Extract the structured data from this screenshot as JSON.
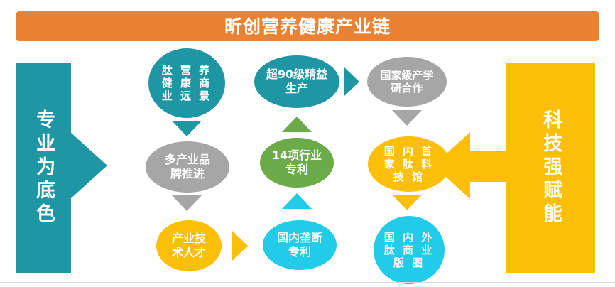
{
  "banner": {
    "title": "昕创营养健康产业链",
    "color": "#ea8133"
  },
  "panels": {
    "left": {
      "text": "专业为底色",
      "color": "#1f96a3",
      "arrow": "arrow-right"
    },
    "right": {
      "text": "科技强赋能",
      "color": "#fcbf08",
      "arrow": "arrow-left"
    }
  },
  "nodes": {
    "col1": [
      {
        "text": "肽 营 养\n健 康 商\n业 远 景",
        "color": "#1f96a3",
        "shape": "circle"
      },
      {
        "text": "多产业品\n牌推进",
        "color": "#a6a6a6",
        "shape": "ellipse"
      },
      {
        "text": "产业技\n术人才",
        "color": "#fcbf08",
        "shape": "circle"
      }
    ],
    "col2": [
      {
        "text": "超90级精益\n生产",
        "color": "#1f96a3",
        "shape": "ellipse"
      },
      {
        "text": "14项行业\n专利",
        "color": "#6cab4a",
        "shape": "ellipse"
      },
      {
        "text": "国内垄断\n专利",
        "color": "#22cbe8",
        "shape": "ellipse"
      }
    ],
    "col3": [
      {
        "text": "国家级产学\n研合作",
        "color": "#a6a6a6",
        "shape": "ellipse"
      },
      {
        "text": "国 内 首\n家 肽 科\n技 馆",
        "color": "#fcbf08",
        "shape": "ellipse"
      },
      {
        "text": "国 内 外\n肽 商 业\n版 图",
        "color": "#22cbe8",
        "shape": "circle"
      }
    ]
  },
  "connectors": [
    {
      "name": "col1-top-to-mid",
      "direction": "down",
      "color": "#1f96a3"
    },
    {
      "name": "col1-mid-to-bottom",
      "direction": "down",
      "color": "#a6a6a6"
    },
    {
      "name": "col1-bottom-to-col2-bottom",
      "direction": "right",
      "color": "#fcbf08"
    },
    {
      "name": "col2-mid-to-top",
      "direction": "up",
      "color": "#6cab4a"
    },
    {
      "name": "col2-bottom-to-mid",
      "direction": "up",
      "color": "#22cbe8"
    },
    {
      "name": "col2-top-to-col3-top",
      "direction": "right",
      "color": "#1f96a3"
    },
    {
      "name": "col3-top-to-mid",
      "direction": "down",
      "color": "#a6a6a6"
    },
    {
      "name": "col3-mid-to-bottom",
      "direction": "down",
      "color": "#fcbf08"
    }
  ]
}
